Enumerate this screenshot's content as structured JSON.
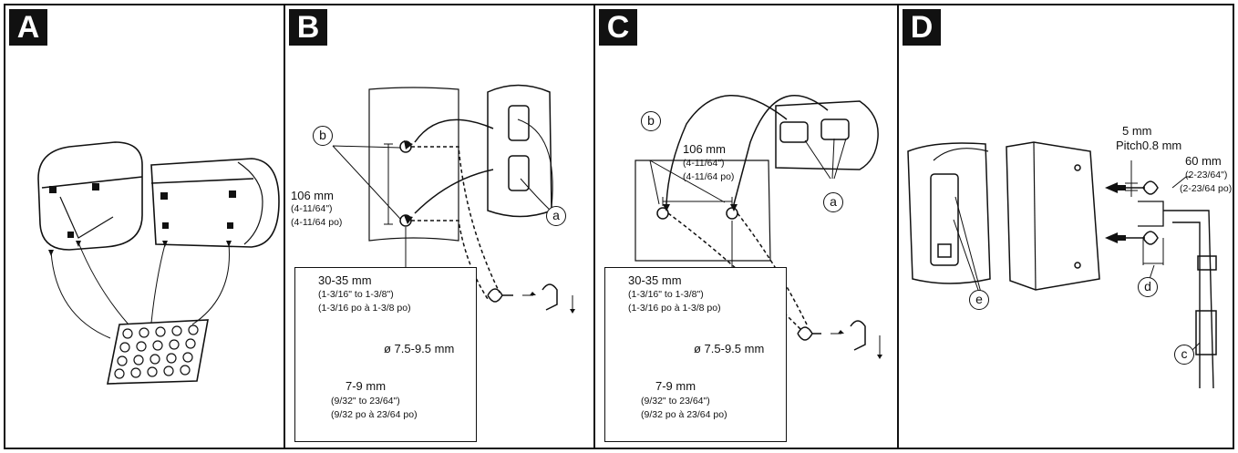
{
  "panels": {
    "a": {
      "badge": "A"
    },
    "b": {
      "badge": "B",
      "callout_b": "b",
      "callout_a": "a",
      "spacing": [
        "106 mm",
        "(4-11/64\")",
        "(4-11/64 po)"
      ],
      "depth": [
        "30-35 mm",
        "(1-3/16\" to 1-3/8\")",
        "(1-3/16 po à 1-3/8 po)"
      ],
      "diameter": "ø 7.5-9.5 mm",
      "gap": [
        "7-9 mm",
        "(9/32\" to 23/64\")",
        "(9/32 po à 23/64 po)"
      ]
    },
    "c": {
      "badge": "C",
      "callout_b": "b",
      "callout_a": "a",
      "spacing": [
        "106 mm",
        "(4-11/64\")",
        "(4-11/64 po)"
      ],
      "depth": [
        "30-35 mm",
        "(1-3/16\" to 1-3/8\")",
        "(1-3/16 po à 1-3/8 po)"
      ],
      "diameter": "ø 7.5-9.5 mm",
      "gap": [
        "7-9 mm",
        "(9/32\" to 23/64\")",
        "(9/32 po à 23/64 po)"
      ]
    },
    "d": {
      "badge": "D",
      "screw": [
        "5 mm",
        "Pitch0.8 mm"
      ],
      "length": [
        "60 mm",
        "(2-23/64\")",
        "(2-23/64 po)"
      ],
      "callout_c": "c",
      "callout_d": "d",
      "callout_e": "e"
    }
  }
}
